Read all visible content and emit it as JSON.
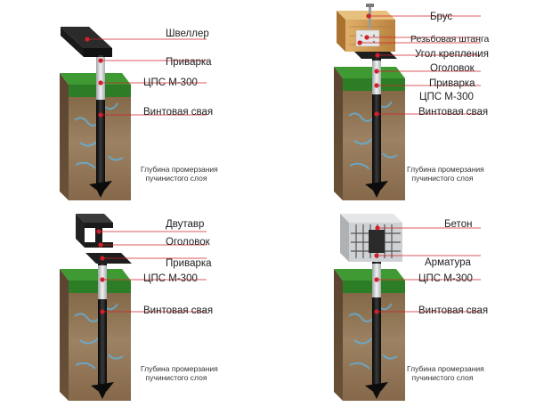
{
  "panels": [
    {
      "id": "channel",
      "labels": [
        "Швеллер",
        "Приварка",
        "ЦПС М-300",
        "Винтовая свая"
      ],
      "depth_note": [
        "Глубина промерзания",
        "пучинистого слоя"
      ]
    },
    {
      "id": "beam",
      "labels": [
        "Брус",
        "Резьбовая штанга",
        "Угол крепления",
        "Оголовок",
        "Приварка",
        "ЦПС М-300",
        "Винтовая свая"
      ],
      "depth_note": [
        "Глубина промерзания",
        "пучинистого слоя"
      ]
    },
    {
      "id": "ibeam",
      "labels": [
        "Двутавр",
        "Оголовок",
        "Приварка",
        "ЦПС М-300",
        "Винтовая свая"
      ],
      "depth_note": [
        "Глубина промерзания",
        "пучинистого слоя"
      ]
    },
    {
      "id": "concrete",
      "labels": [
        "Бетон",
        "Арматура",
        "ЦПС М-300",
        "Винтовая свая"
      ],
      "depth_note": [
        "Глубина промерзания",
        "пучинистого слоя"
      ]
    }
  ],
  "colors": {
    "leader": "#d0202a",
    "grass": "#2f8f2a",
    "soil": "#8a6a4a",
    "pile": "#151515",
    "wood": "#c98f4a",
    "concrete": "#cfd2d4"
  }
}
